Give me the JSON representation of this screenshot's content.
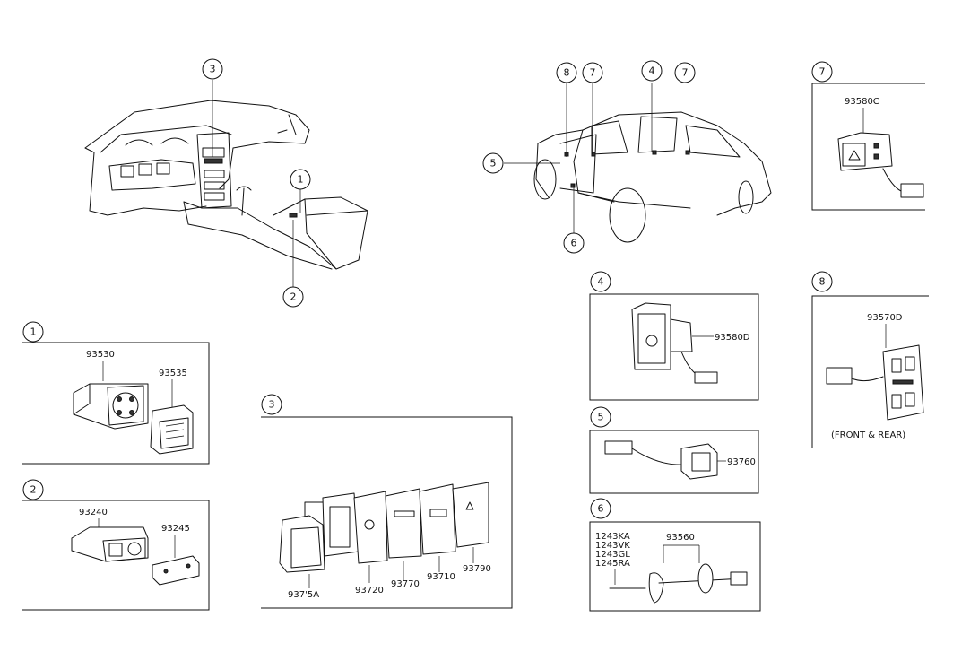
{
  "overview": {
    "dashboard_callouts": [
      "3",
      "1",
      "2"
    ],
    "car_callouts": [
      "8",
      "7",
      "4",
      "7",
      "5",
      "6"
    ]
  },
  "panels": {
    "p1": {
      "num": "1",
      "parts": [
        "93530",
        "93535"
      ]
    },
    "p2": {
      "num": "2",
      "parts": [
        "93240",
        "93245"
      ]
    },
    "p3": {
      "num": "3",
      "parts": [
        "937'5A",
        "93720",
        "93770",
        "93710",
        "93790"
      ]
    },
    "p4": {
      "num": "4",
      "parts": [
        "93580D"
      ]
    },
    "p5": {
      "num": "5",
      "parts": [
        "93760"
      ]
    },
    "p6": {
      "num": "6",
      "parts": [
        "1243KA",
        "1243VK",
        "1243GL",
        "1245RA",
        "93560"
      ]
    },
    "p7": {
      "num": "7",
      "parts": [
        "93580C"
      ]
    },
    "p8": {
      "num": "8",
      "parts": [
        "93570D"
      ],
      "note": "(FRONT & REAR)"
    }
  }
}
